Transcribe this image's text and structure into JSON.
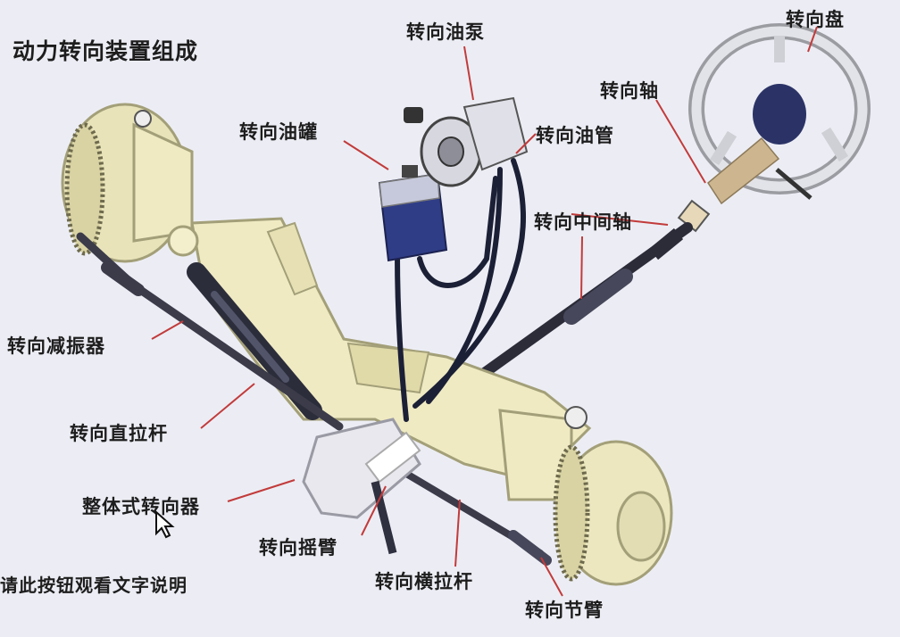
{
  "title": "动力转向装置组成",
  "hint": "请此按钮观看文字说明",
  "colors": {
    "axle": "#efeac2",
    "axle_dark": "#a39f78",
    "rod": "#3b3b4a",
    "hose": "#1c2036",
    "reservoir": "#2f3d86",
    "wheel_rim": "#e5e1b8",
    "leader_line": "#c23b3b",
    "steering_wheel": "#d9dadf",
    "column": "#c9b48e"
  },
  "labels": {
    "steering_wheel": "转向盘",
    "pump": "转向油泵",
    "shaft": "转向轴",
    "reservoir": "转向油罐",
    "hose": "转向油管",
    "intermediate_shaft": "转向中间轴",
    "damper": "转向减振器",
    "drag_link": "转向直拉杆",
    "gear": "整体式转向器",
    "pitman_arm": "转向摇臂",
    "tie_rod": "转向横拉杆",
    "knuckle_arm": "转向节臂"
  }
}
